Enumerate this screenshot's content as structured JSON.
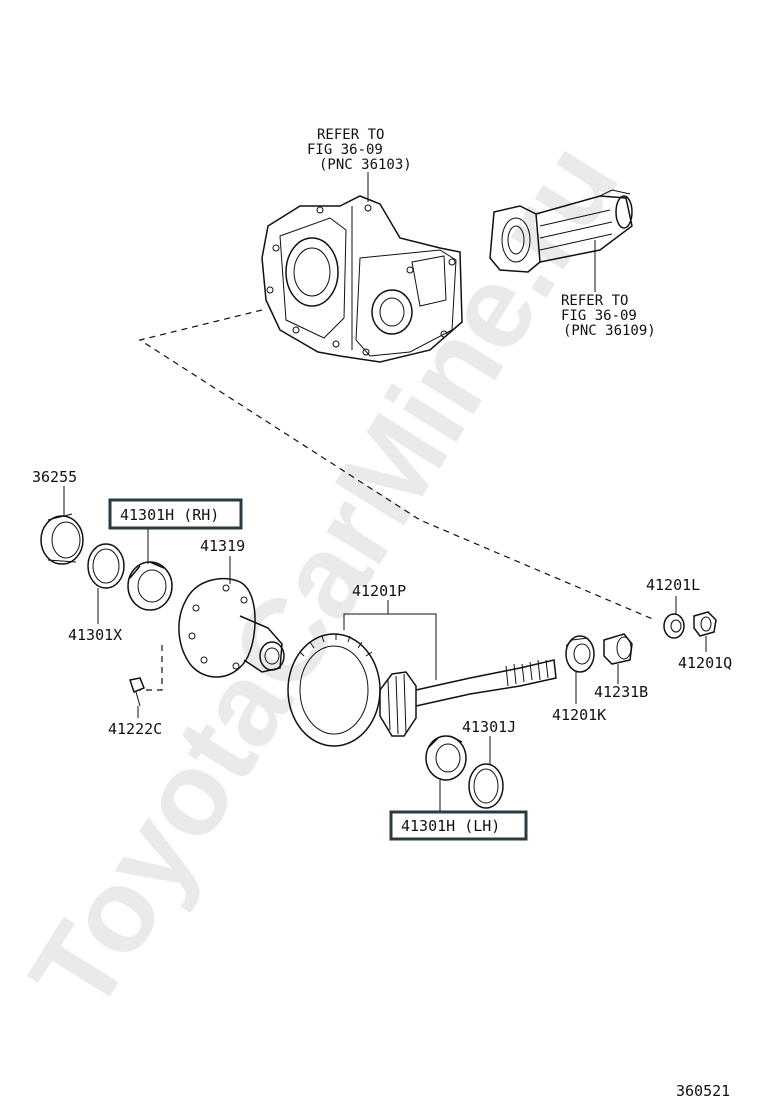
{
  "watermark": "ToyotaCarMine.ru",
  "diagram_id": "360521",
  "refs": {
    "case": [
      "REFER TO",
      "FIG 36-09",
      "(PNC 36103)"
    ],
    "extension": [
      "REFER TO",
      "FIG 36-09",
      "(PNC 36109)"
    ]
  },
  "labels": {
    "p36255": "36255",
    "p41301h_rh": "41301H (RH)",
    "p41319": "41319",
    "p41301x": "41301X",
    "p41222c": "41222C",
    "p41201p": "41201P",
    "p41201l": "41201L",
    "p41201q": "41201Q",
    "p41231b": "41231B",
    "p41201k": "41201K",
    "p41301j": "41301J",
    "p41301h_lh": "41301H (LH)"
  }
}
